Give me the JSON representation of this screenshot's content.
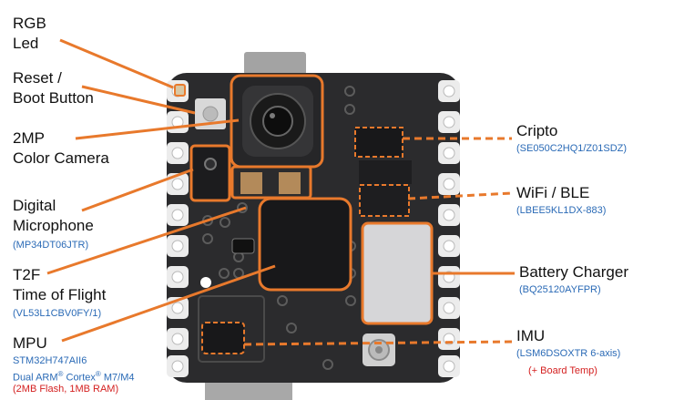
{
  "colors": {
    "accent": "#e8792c",
    "part_number": "#2a6ab6",
    "note": "#d42020",
    "board": "#2b2b2d",
    "pad": "#ececec"
  },
  "labels": {
    "rgb_led": [
      "RGB",
      "Led"
    ],
    "reset_boot": [
      "Reset /",
      "Boot Button"
    ],
    "camera": [
      "2MP",
      "Color Camera"
    ],
    "microphone": [
      "Digital",
      "Microphone"
    ],
    "microphone_part": "(MP34DT06JTR)",
    "tof": [
      "T2F",
      "Time of Flight"
    ],
    "tof_part": "(VL53L1CBV0FY/1)",
    "mpu": "MPU",
    "mpu_part": "STM32H747AII6",
    "mpu_core_prefix": "Dual ARM",
    "mpu_core_suffix": " Cortex",
    "mpu_core_model": " M7/M4",
    "registered_mark": "®",
    "mpu_memory": "(2MB Flash, 1MB RAM)",
    "crypto": "Cripto",
    "crypto_part": "(SE050C2HQ1/Z01SDZ)",
    "wifi": "WiFi / BLE",
    "wifi_part": "(LBEE5KL1DX-883)",
    "charger": "Battery Charger",
    "charger_part": "(BQ25120AYFPR)",
    "imu": "IMU",
    "imu_part": "(LSM6DSOXTR 6-axis)",
    "imu_note": "(+ Board Temp)"
  }
}
